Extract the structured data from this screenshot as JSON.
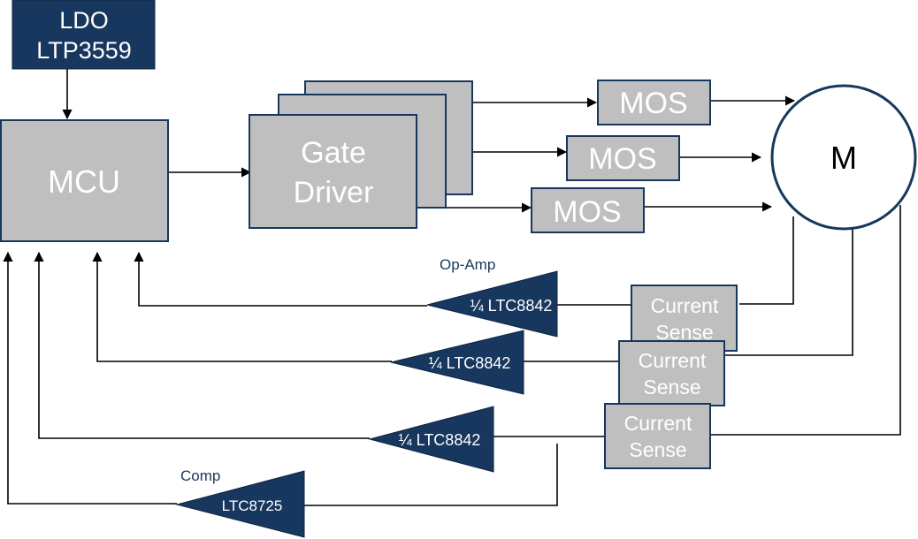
{
  "colors": {
    "navy": "#17375e",
    "gray_box": "#bfbfbf",
    "wire": "#000000",
    "background": "#ffffff"
  },
  "ldo": {
    "line1": "LDO",
    "line2": "LTP3559"
  },
  "mcu": {
    "label": "MCU"
  },
  "gate_driver": {
    "line1": "Gate",
    "line2": "Driver"
  },
  "mos": [
    {
      "label": "MOS"
    },
    {
      "label": "MOS"
    },
    {
      "label": "MOS"
    }
  ],
  "motor": {
    "label": "M"
  },
  "current_sense": [
    {
      "line1": "Current",
      "line2": "Sense"
    },
    {
      "line1": "Current",
      "line2": "Sense"
    },
    {
      "line1": "Current",
      "line2": "Sense"
    }
  ],
  "op_amp": {
    "caption": "Op-Amp",
    "units": [
      {
        "label": "¼ LTC8842"
      },
      {
        "label": "¼ LTC8842"
      },
      {
        "label": "¼ LTC8842"
      }
    ]
  },
  "comparator": {
    "caption": "Comp",
    "label": "LTC8725"
  }
}
